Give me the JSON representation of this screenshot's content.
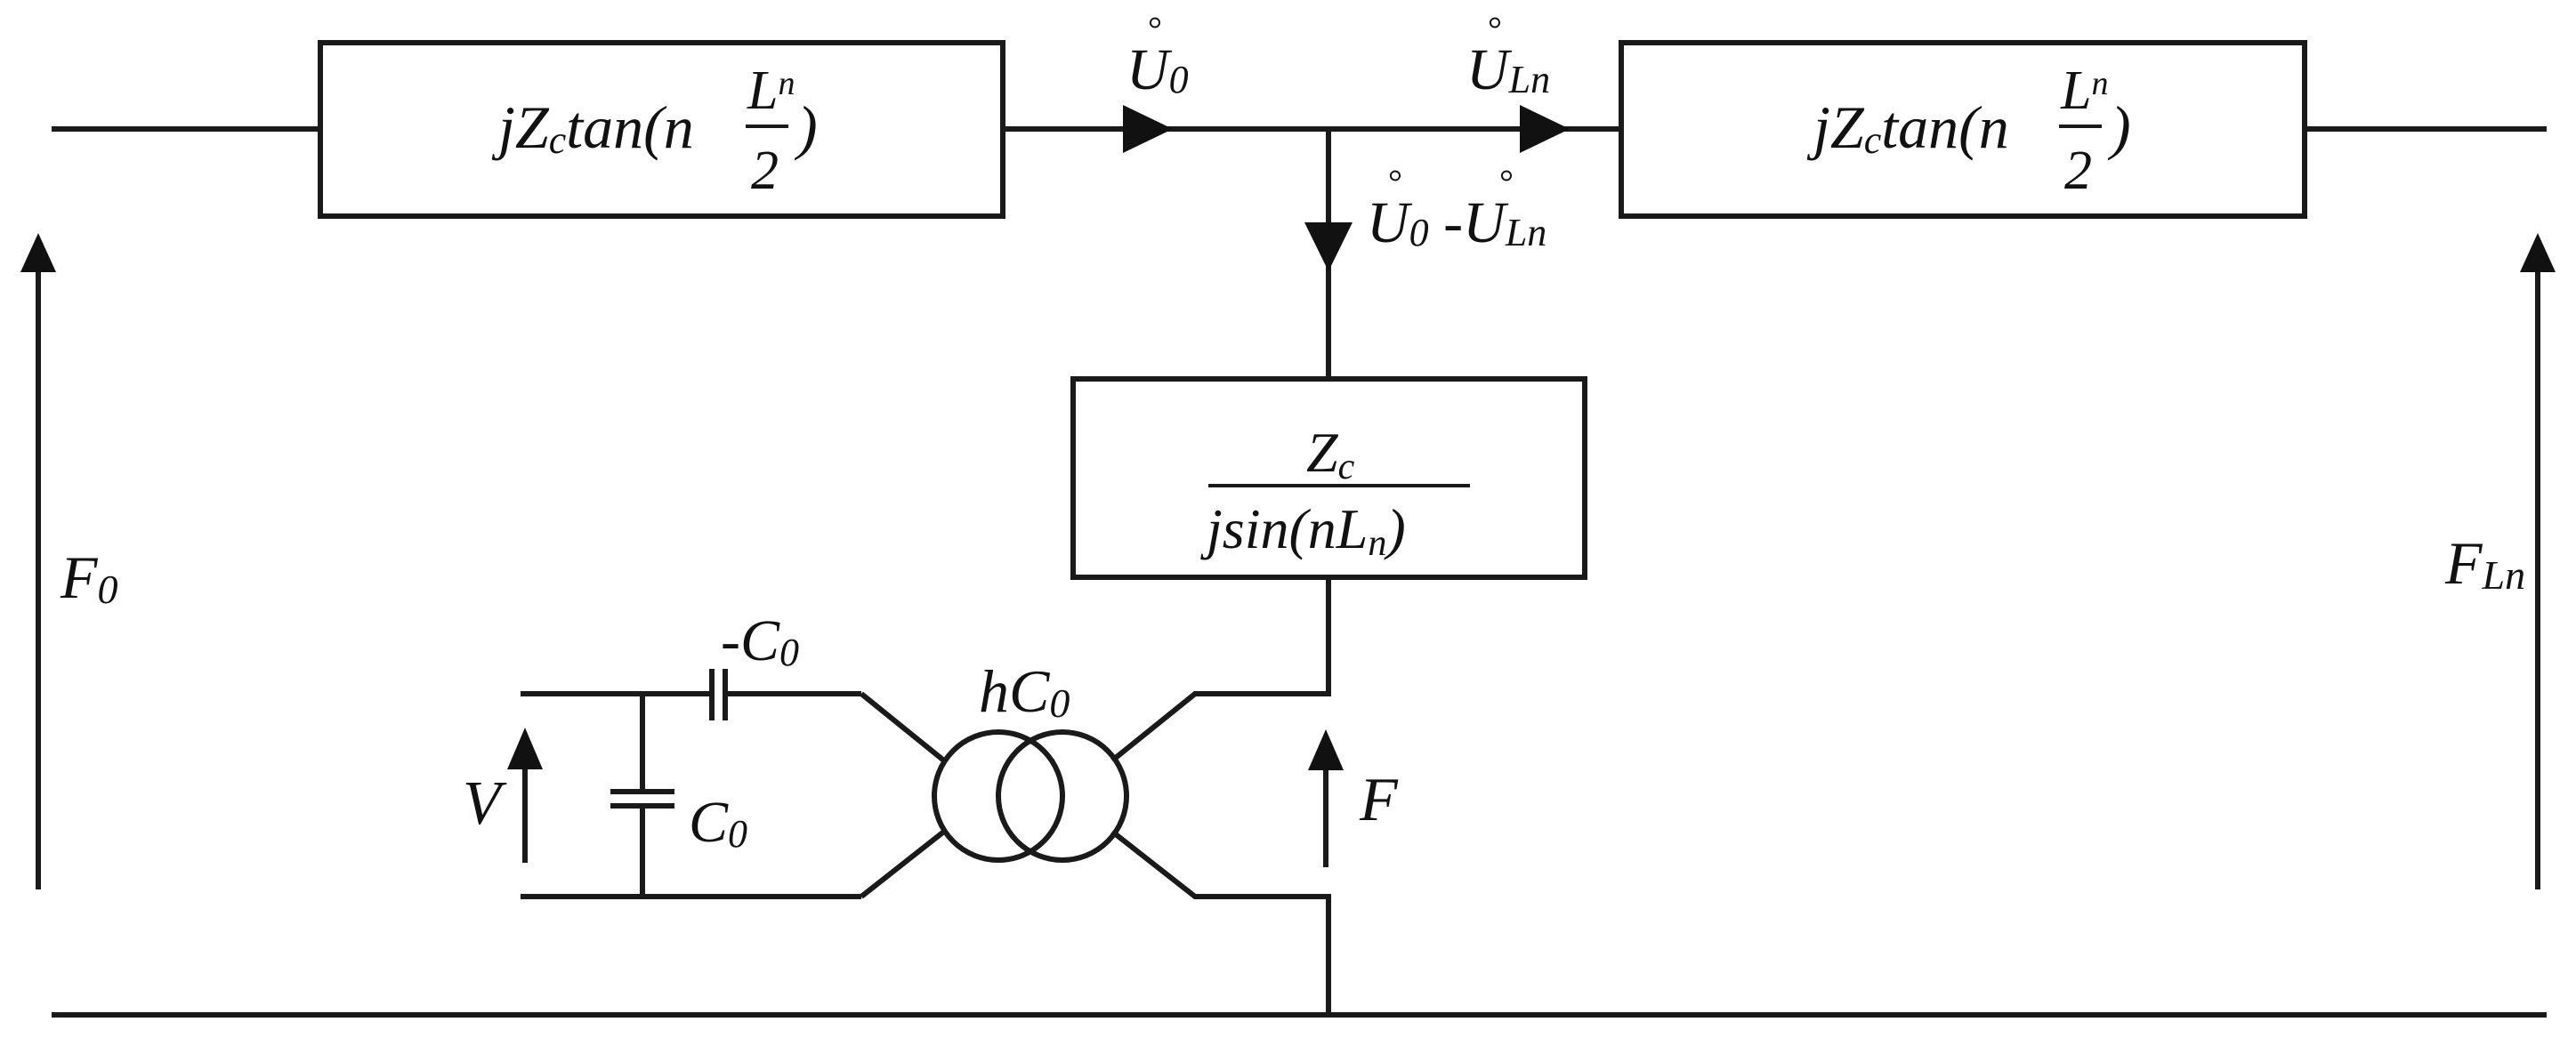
{
  "left_block": {
    "prefix": "jZ",
    "sub": "c",
    "func": "tan(n",
    "frac_num": "L",
    "frac_num_sub": "n",
    "frac_den": "2",
    "close": ")"
  },
  "right_block": {
    "prefix": "jZ",
    "sub": "c",
    "func": "tan(n",
    "frac_num": "L",
    "frac_num_sub": "n",
    "frac_den": "2",
    "close": ")"
  },
  "mid_block": {
    "num": "Z",
    "num_sub": "c",
    "den": "jsin(nL",
    "den_sub": "n",
    "den_close": ")"
  },
  "labels": {
    "u0": {
      "main": "U",
      "sub": "0",
      "ring": "°"
    },
    "uln": {
      "main": "U",
      "sub": "Ln",
      "ring": "°"
    },
    "udiff": {
      "m1": "U",
      "s1": "0",
      "dash": " -",
      "m2": "U",
      "s2": "Ln",
      "ring": "°"
    },
    "f0": {
      "main": "F",
      "sub": "0"
    },
    "fln": {
      "main": "F",
      "sub": "Ln"
    },
    "f": "F",
    "v": "V",
    "c0": {
      "main": "C",
      "sub": "0"
    },
    "neg_c0": {
      "main": "-C",
      "sub": "0"
    },
    "hc0": {
      "main": "hC",
      "sub": "0"
    }
  }
}
